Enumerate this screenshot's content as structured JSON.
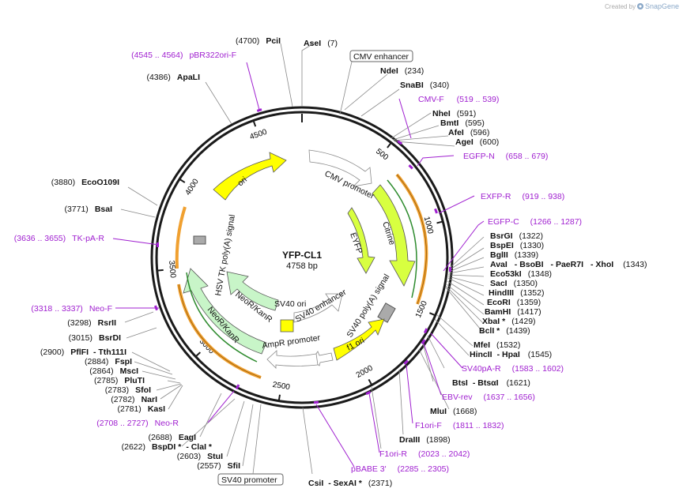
{
  "branding": {
    "created_by": "Created by",
    "app": "SnapGene"
  },
  "plasmid": {
    "name": "YFP-CL1",
    "length_label": "4758 bp"
  },
  "tick_labels": [
    "500",
    "1000",
    "1500",
    "2000",
    "2500",
    "3000",
    "3500",
    "4000",
    "4500"
  ],
  "features": {
    "cmv_promoter": "CMV promoter",
    "citrine": "Citrine",
    "eyfp": "EYFP",
    "sv40_polyA": "SV40 poly(A) signal",
    "f1_ori": "f1 ori",
    "ampr_promoter": "AmpR promoter",
    "sv40_ori": "SV40 ori",
    "sv40_enhancer": "SV40 enhancer",
    "neor_outer": "NeoR/KanR",
    "neor_inner": "NeoR/KanR",
    "hsv_tk_polyA": "HSV TK poly(A) signal",
    "ori": "ori"
  },
  "boxed_labels": {
    "cmv_enhancer": "CMV enhancer",
    "sv40_promoter": "SV40 promoter"
  },
  "right_sites": [
    {
      "name": "AseI",
      "pos": "(7)"
    },
    {
      "name": "NdeI",
      "pos": "(234)"
    },
    {
      "name": "SnaBI",
      "pos": "(340)"
    },
    {
      "name": "NheI",
      "pos": "(591)"
    },
    {
      "name": "BmtI",
      "pos": "(595)"
    },
    {
      "name": "AfeI",
      "pos": "(596)"
    },
    {
      "name": "AgeI",
      "pos": "(600)"
    },
    {
      "name": "BsrGI",
      "pos": "(1322)"
    },
    {
      "name": "BspEI",
      "pos": "(1330)"
    },
    {
      "name": "BglII",
      "pos": "(1339)"
    },
    {
      "name": "Eco53kI",
      "pos": "(1348)"
    },
    {
      "name": "SacI",
      "pos": "(1350)"
    },
    {
      "name": "HindIII",
      "pos": "(1352)"
    },
    {
      "name": "EcoRI",
      "pos": "(1359)"
    },
    {
      "name": "BamHI",
      "pos": "(1417)"
    },
    {
      "name": "XbaI *",
      "pos": "(1429)"
    },
    {
      "name": "BclI *",
      "pos": "(1439)"
    },
    {
      "name": "MfeI",
      "pos": "(1532)"
    },
    {
      "name": "BtsI",
      "pos": ""
    },
    {
      "name": "MluI",
      "pos": "(1668)"
    },
    {
      "name": "DraIII",
      "pos": "(1898)"
    }
  ],
  "multi_sites": {
    "ava": {
      "a": "AvaI",
      "b": "- BsoBI",
      "c": "- PaeR7I",
      "d": "- XhoI",
      "pos": "(1343)"
    },
    "hinc": {
      "a": "HincII",
      "b": "- HpaI",
      "pos": "(1545)"
    },
    "bts": {
      "b": "- BtsαI",
      "pos": "(1621)"
    },
    "csi": {
      "a": "CsiI",
      "b": "- SexAI *",
      "pos": "(2371)"
    },
    "pfl": {
      "pos": "(2900)",
      "a": "PflFI",
      "b": "- Tth111I"
    },
    "bsp": {
      "pos": "(2622)",
      "a": "BspDI *",
      "b": "- ClaI *"
    }
  },
  "left_sites": [
    {
      "pos": "(4700)",
      "name": "PciI"
    },
    {
      "pos": "(4386)",
      "name": "ApaLI"
    },
    {
      "pos": "(3880)",
      "name": "EcoO109I"
    },
    {
      "pos": "(3771)",
      "name": "BsaI"
    },
    {
      "pos": "(3298)",
      "name": "RsrII"
    },
    {
      "pos": "(3015)",
      "name": "BsrDI"
    },
    {
      "pos": "(2884)",
      "name": "FspI"
    },
    {
      "pos": "(2864)",
      "name": "MscI"
    },
    {
      "pos": "(2785)",
      "name": "PluTI"
    },
    {
      "pos": "(2783)",
      "name": "SfoI"
    },
    {
      "pos": "(2782)",
      "name": "NarI"
    },
    {
      "pos": "(2781)",
      "name": "KasI"
    },
    {
      "pos": "(2688)",
      "name": "EagI"
    },
    {
      "pos": "(2603)",
      "name": "StuI"
    },
    {
      "pos": "(2557)",
      "name": "SfiI"
    }
  ],
  "primers": {
    "pbr322": {
      "range": "(4545 .. 4564)",
      "name": "pBR322ori-F"
    },
    "cmvf": {
      "name": "CMV-F",
      "range": "(519 .. 539)"
    },
    "egfpn": {
      "name": "EGFP-N",
      "range": "(658 .. 679)"
    },
    "exfpr": {
      "name": "EXFP-R",
      "range": "(919 .. 938)"
    },
    "egfpc": {
      "name": "EGFP-C",
      "range": "(1266 .. 1287)"
    },
    "tkpar": {
      "range": "(3636 .. 3655)",
      "name": "TK-pA-R"
    },
    "neof": {
      "range": "(3318 .. 3337)",
      "name": "Neo-F"
    },
    "neor": {
      "range": "(2708 .. 2727)",
      "name": "Neo-R"
    },
    "sv40par": {
      "name": "SV40pA-R",
      "range": "(1583 .. 1602)"
    },
    "ebvrev": {
      "name": "EBV-rev",
      "range": "(1637 .. 1656)"
    },
    "f1orif": {
      "name": "F1ori-F",
      "range": "(1811 .. 1832)"
    },
    "f1orir": {
      "name": "F1ori-R",
      "range": "(2023 .. 2042)"
    },
    "pbabe": {
      "name": "pBABE 3'",
      "range": "(2285 .. 2305)"
    }
  },
  "colors": {
    "backbone": "#1a1a1a",
    "primer": "#a020d0",
    "yellow": "#ffff00",
    "lime": "#d8ff40",
    "mint": "#c8f5c8",
    "orange": "#f0a030",
    "green": "#2e8b2e"
  }
}
